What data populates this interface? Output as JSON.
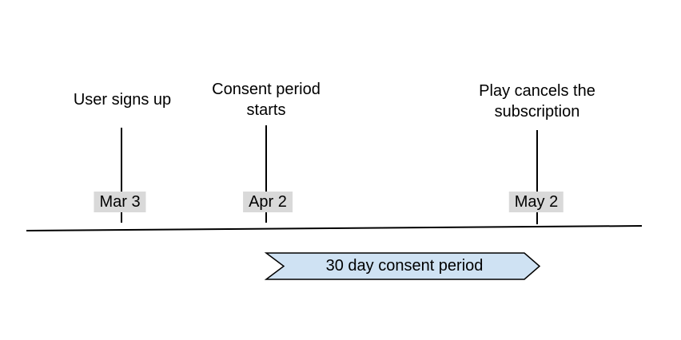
{
  "diagram": {
    "events": [
      {
        "label": "User signs up",
        "date": "Mar 3"
      },
      {
        "label": "Consent period\nstarts",
        "date": "Apr 2"
      },
      {
        "label": "Play cancels the\nsubscription",
        "date": "May 2"
      }
    ],
    "period_banner": {
      "label": "30 day consent period"
    },
    "colors": {
      "banner_fill": "#cfe2f3",
      "banner_stroke": "#000000",
      "date_badge_bg": "#d9d9d9",
      "line": "#000000",
      "text": "#000000"
    }
  }
}
